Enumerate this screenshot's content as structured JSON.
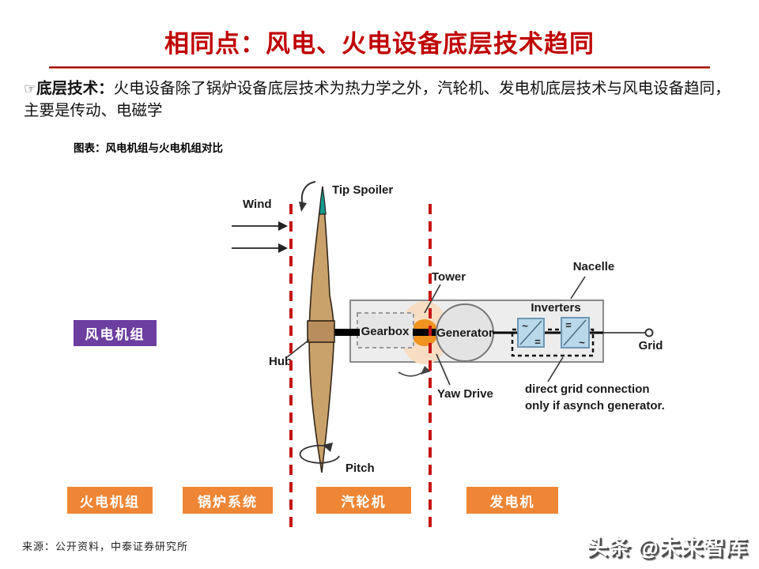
{
  "page": {
    "title": "相同点：风电、火电设备底层技术趋同",
    "body_pointer_icon": "☞",
    "body_lead": "底层技术：",
    "body_text": "火电设备除了锅炉设备底层技术为热力学之外，汽轮机、发电机底层技术与风电设备趋同，主要是传动、电磁学",
    "figure_caption": "图表：风电机组与火电机组对比",
    "source": "来源：公开资料，中泰证券研究所",
    "watermark": "头条 @未来智库"
  },
  "diagram": {
    "labels": {
      "wind": "Wind",
      "tip_spoiler": "Tip Spoiler",
      "tower": "Tower",
      "hub": "Hub",
      "gearbox": "Gearbox",
      "generator": "Generator",
      "inverters": "Inverters",
      "nacelle": "Nacelle",
      "grid": "Grid",
      "yaw_drive": "Yaw Drive",
      "pitch": "Pitch",
      "note_line1": "direct grid connection",
      "note_line2": "only if asynch generator.",
      "inverter1_top": "~",
      "inverter1_bottom": "=",
      "inverter2_top": "=",
      "inverter2_bottom": "~"
    },
    "wind_turbine_tag": "风电机组",
    "thermal_tags": [
      "火电机组",
      "锅炉系统",
      "汽轮机",
      "发电机"
    ],
    "colors": {
      "title_red": "#bf0000",
      "dashed_line_red": "#c51414",
      "purple_tag": "#6b3ea0",
      "orange_tag": "#ee8636",
      "blade_tan": "#c9a26b",
      "blade_tip_teal": "#15998a",
      "nacelle_gray": "#ededee",
      "inverter_blue": "#b9d8e9",
      "yaw_orange": "#f0931f",
      "yaw_glow": "#f8ddc2"
    }
  }
}
